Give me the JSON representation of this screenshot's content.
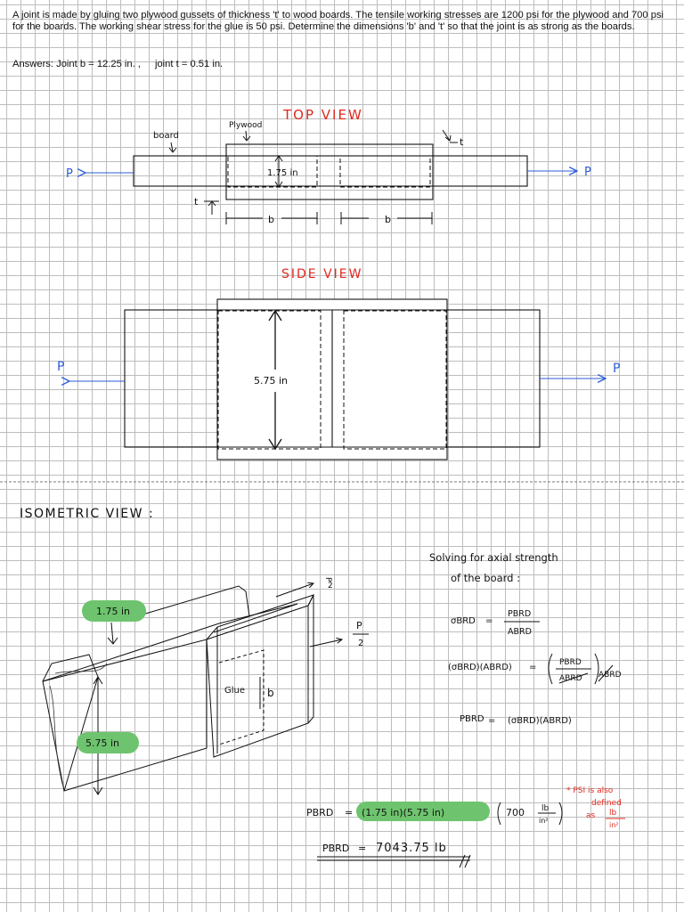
{
  "problem": {
    "statement": "A joint is made by gluing two plywood gussets of thickness 't' to wood boards. The tensile working stresses are 1200 psi for the plywood and 700 psi for the boards. The working shear stress for the glue is 50 psi. Determine the dimensions 'b' and 't' so that the joint is as strong as the boards.",
    "answers_prefix": "Answers: Joint b = 12.25 in.  ,",
    "answers_joint_t": "joint t = 0.51 in."
  },
  "top_view": {
    "title": "TOP  VIEW",
    "board_label": "board",
    "plywood_label": "Plywood",
    "t_label": "t",
    "width_label": "1.75 in",
    "b_label": "b",
    "load_label": "P"
  },
  "side_view": {
    "title": "SIDE  VIEW",
    "height_label": "5.75 in",
    "load_label": "P"
  },
  "isometric": {
    "title": "ISOMETRIC  VIEW :",
    "width_tag": "1.75 in",
    "height_tag": "5.75 in",
    "glue_label": "Glue",
    "b_label": "b",
    "load_label": "P",
    "load_divisor": "2"
  },
  "solution": {
    "heading_line1": "Solving  for  axial  strength",
    "heading_line2": "of  the  board :",
    "sigma": "σBRD",
    "p_brd": "PBRD",
    "a_brd": "ABRD",
    "eq2_lhs": "(σBRD)(ABRD)",
    "eq3_lhs": "PBRD",
    "eq3_rhs": "(σBRD)(ABRD)",
    "eq4_lhs": "PBRD",
    "eq4_area": "(1.75 in)(5.75 in)",
    "eq4_stress": "700",
    "unit_num": "lb",
    "unit_den": "in²",
    "note_line1": "* PSI is also",
    "note_line2": "defined",
    "note_line3": "as",
    "note_unit_num": "lb",
    "note_unit_den": "in²",
    "result_lhs": "PBRD",
    "result_value": "7043.75  lb"
  },
  "colors": {
    "ink": "#111111",
    "red": "#e0281e",
    "blue": "#2b5bd6",
    "highlight": "#6ec46e",
    "grid": "#bdbdbd"
  }
}
